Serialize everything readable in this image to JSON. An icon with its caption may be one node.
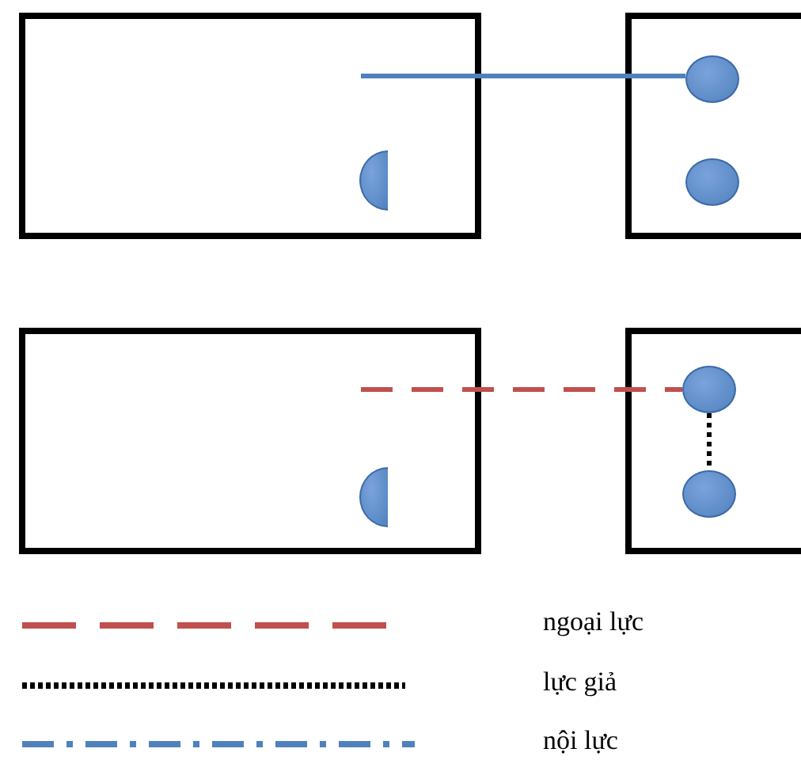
{
  "diagram": {
    "nodes": [
      {
        "text": [],
        "shape": "box"
      },
      {
        "text": [],
        "shape": "circle",
        "in": 0
      },
      {
        "text": [],
        "shape": "box"
      },
      {
        "text": [],
        "shape": "circle",
        "in": 2
      },
      {
        "text": [],
        "shape": "circle",
        "in": 2
      },
      {
        "text": [],
        "shape": "box"
      },
      {
        "text": [],
        "shape": "circle",
        "in": 5
      },
      {
        "text": [],
        "shape": "box"
      },
      {
        "text": [],
        "shape": "circle",
        "in": 7
      },
      {
        "text": [],
        "shape": "circle",
        "in": 7
      }
    ],
    "edges": [
      {
        "from": null,
        "to": 3,
        "arrow": "none",
        "color": "#4f81bd"
      },
      {
        "from": null,
        "to": 8,
        "arrow": "none",
        "style": "dashed",
        "color": "#c0504d"
      },
      {
        "from": 8,
        "to": 9,
        "arrow": "none",
        "style": "dashed",
        "color": "#000000"
      }
    ],
    "legend": [
      {
        "text": "ngoại lực"
      },
      {
        "text": "lực giả"
      },
      {
        "text": "nội lực"
      }
    ]
  }
}
